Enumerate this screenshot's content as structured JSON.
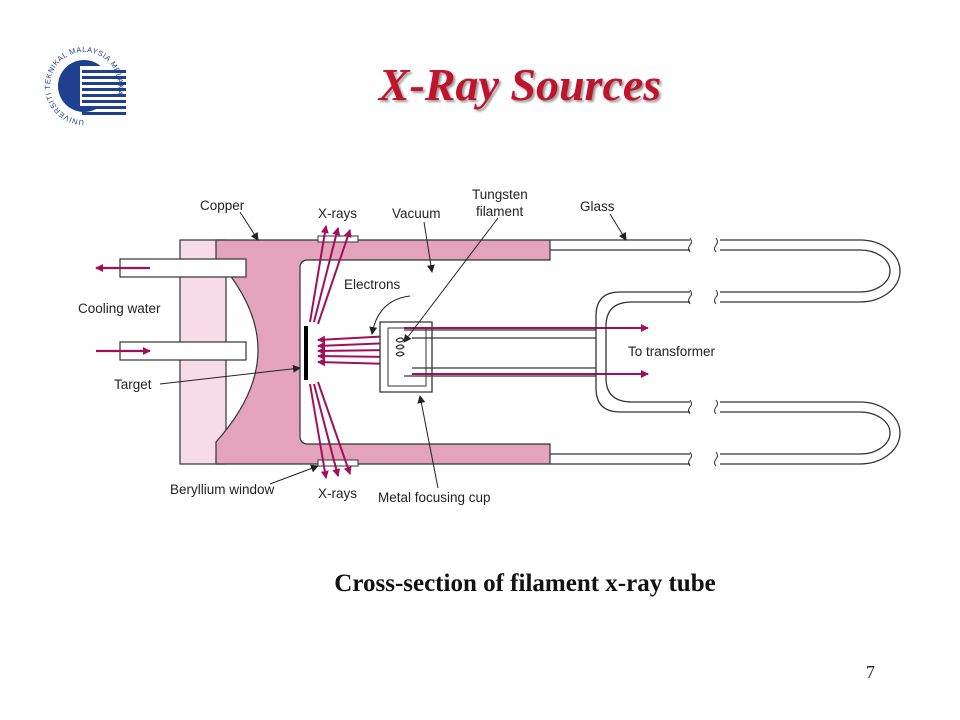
{
  "slide": {
    "title": "X-Ray Sources",
    "caption": "Cross-section of filament x-ray tube",
    "page_number": "7"
  },
  "logo": {
    "ring_text": "UNIVERSITI TEKNIKAL MALAYSIA MELAKA",
    "icon": "university-logo-icon",
    "color": "#1f3f8f"
  },
  "diagram": {
    "labels": {
      "copper": "Copper",
      "xrays_top": "X-rays",
      "vacuum": "Vacuum",
      "tungsten_line1": "Tungsten",
      "tungsten_line2": "filament",
      "glass": "Glass",
      "electrons": "Electrons",
      "cooling_water": "Cooling water",
      "to_transformer": "To transformer",
      "target": "Target",
      "beryllium_window": "Beryllium window",
      "xrays_bottom": "X-rays",
      "metal_focusing_cup": "Metal focusing cup"
    },
    "colors": {
      "copper": "#e3a3bb",
      "cooling_chamber": "#f7dbe6",
      "arrow": "#a0105a",
      "outline": "#333333"
    }
  }
}
